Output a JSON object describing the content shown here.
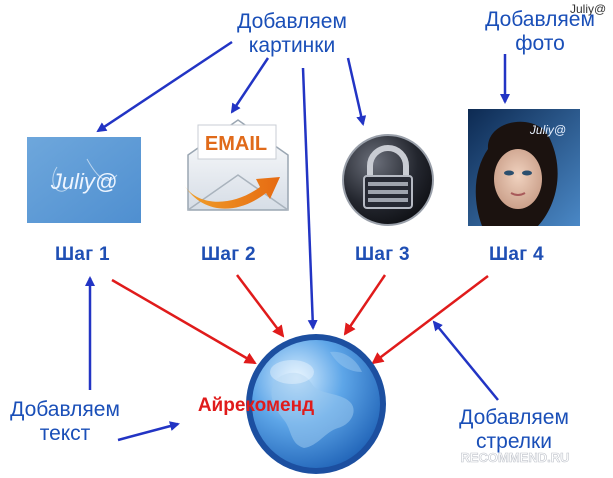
{
  "watermark_top": "Juliy@",
  "labels": {
    "add_pictures": [
      "Добавляем",
      "картинки"
    ],
    "add_photo": [
      "Добавляем",
      "фото"
    ],
    "add_text": [
      "Добавляем",
      "текст"
    ],
    "add_arrows": [
      "Добавляем",
      "стрелки"
    ]
  },
  "steps": [
    "Шаг 1",
    "Шаг 2",
    "Шаг 3",
    "Шаг 4"
  ],
  "tile_logo_text": "Juliy@",
  "email_text": "EMAIL",
  "globe_text": "Айрекоменд",
  "photo_signature": "Juliy@",
  "watermark_bottom": "RECOMMEND.RU",
  "colors": {
    "blue_text": "#1a4fb8",
    "red_arrow": "#e01b1b",
    "blue_arrow": "#2234c4",
    "globe_text": "#e01b1b"
  }
}
